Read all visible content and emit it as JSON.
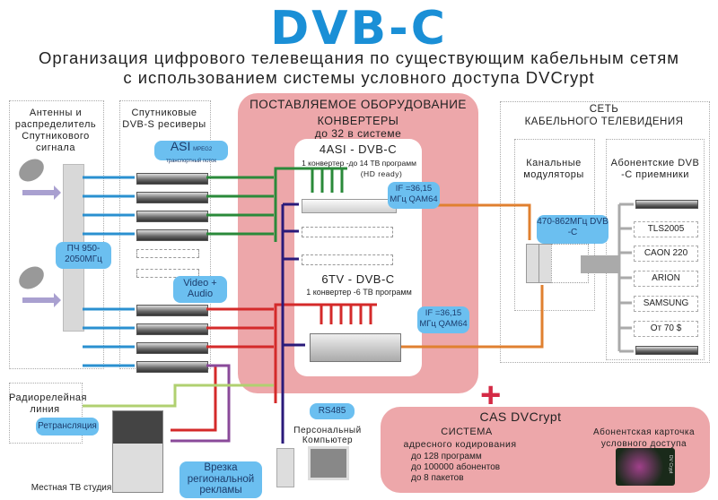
{
  "header": {
    "title": "DVB-C",
    "subtitle_line1": "Организация цифрового телевещания по существующим кабельным сетям",
    "subtitle_line2": "с использованием системы условного доступа DVCrypt"
  },
  "left": {
    "antennas_label": "Антенны и распределитель Спутникового сигнала",
    "receivers_label": "Спутниковые DVB-S ресиверы",
    "if_bubble": "ПЧ 950-2050МГц",
    "asi_bubble_main": "ASI",
    "asi_bubble_sub": "MPEG2 транспортный поток",
    "video_audio_bubble": "Video + Audio",
    "radio_relay_label": "Радиорелейная линия",
    "retranslation_bubble": "Ретрансляция",
    "local_studio_label": "Местная ТВ студия",
    "regional_ads_bubble": "Врезка региональной рекламы"
  },
  "equipment": {
    "title": "ПОСТАВЛЯЕМОЕ ОБОРУДОВАНИЕ",
    "converters": "КОНВЕРТЕРЫ",
    "converters_count": "до 32 в системе",
    "conv1_name": "4ASI - DVB-C",
    "conv1_desc": "1 конвертер -до 14 ТВ программ",
    "conv1_hd": "(HD ready)",
    "conv2_name": "6TV - DVB-C",
    "conv2_desc": "1 конвертер -6 ТВ программ",
    "if1_bubble": "IF =36,15 МГц QAM64",
    "if2_bubble": "IF =36,15 МГц QAM64"
  },
  "pc": {
    "rs485_bubble": "RS485",
    "label": "Персональный Компьютер"
  },
  "network": {
    "title_line1": "СЕТЬ",
    "title_line2": "КАБЕЛЬНОГО ТЕЛЕВИДЕНИЯ",
    "modulators_label": "Канальные модуляторы",
    "receivers_label": "Абонентские DVB -C приемники",
    "freq_bubble": "470-862МГц DVB -C",
    "stb_models": [
      "TLS2005",
      "CAON 220",
      "ARION",
      "SAMSUNG",
      "От 70 $"
    ]
  },
  "cas": {
    "plus": "+",
    "title": "CAS DVCrypt",
    "system": "СИСТЕМА",
    "system_desc": "адресного кодирования",
    "features": [
      "до 128 программ",
      "до 100000 абонентов",
      "до 8 пакетов"
    ],
    "card_label": "Абонентская карточка условного доступа",
    "card_brand": "DV Crypt"
  },
  "colors": {
    "title_blue": "#1a8fd6",
    "pink_panel": "#eda7aa",
    "bubble_blue": "#6bbff0",
    "asi_green": "#2a8a3a",
    "analog_red": "#d42a2a",
    "control_navy": "#2a1a7a",
    "rf_orange": "#e08030",
    "ads_purple": "#8a4a9a",
    "relay_lime": "#b0d070",
    "if_blue": "#2a90d0"
  }
}
